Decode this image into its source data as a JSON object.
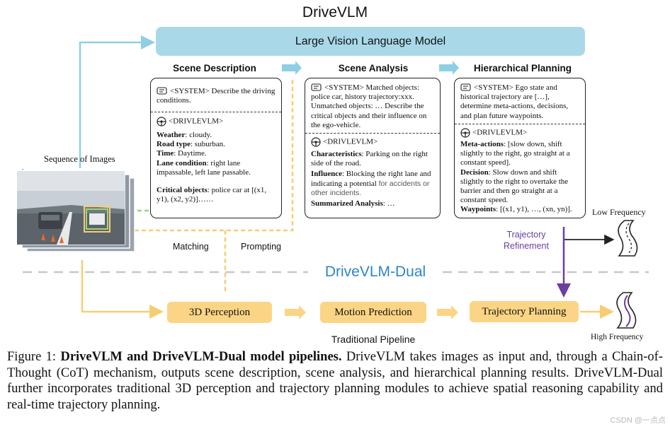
{
  "title": "DriveVLM",
  "lvlm_label": "Large Vision Language Model",
  "columns": {
    "scene_description": "Scene Description",
    "scene_analysis": "Scene Analysis",
    "hierarchical_planning": "Hierarchical Planning"
  },
  "panel1": {
    "system": "<SYSTEM> Describe the driving conditions.",
    "vlm_tag": "<DRIVLEVLM>",
    "weather_label": "Weather",
    "weather_value": ": cloudy.",
    "road_label": "Road type",
    "road_value": ": suburban.",
    "time_label": "Time",
    "time_value": ": Daytime.",
    "lane_label": "Lane condition",
    "lane_value": ": right lane impassable, left lane passable.",
    "critical_label": "Critical objects",
    "critical_value": ": police car at [(x1, y1), (x2, y2)]……"
  },
  "panel2": {
    "system": "<SYSTEM> Matched objects: police car, history trajectory:xxx. Unmatched objects: … Describe the critical objects and their influence on the ego-vehicle.",
    "vlm_tag": "<DRIVLEVLM>",
    "char_label": "Characteristics",
    "char_value": ": Parking on the right side of the road.",
    "infl_label": "Influence",
    "infl_value": ": Blocking the right lane and indicating a potential ",
    "infl_extra": "for accidents or other incidents.",
    "summ_label": "Summarized Analysis",
    "summ_value": ": …"
  },
  "panel3": {
    "system": "<SYSTEM> Ego state and historical trajectory are […], determine meta-actions, decisions, and plan future waypoints.",
    "vlm_tag": "<DRIVLEVLM>",
    "meta_label": "Meta-actions",
    "meta_value": ": [slow down, shift slightly to the right, go straight at a constant speed].",
    "dec_label": "Decision",
    "dec_value": ": Slow down and shift slightly to the right to overtake the barrier and then go straight at a constant speed.",
    "way_label": "Waypoints",
    "way_value": ": [(x1, y1), …, (xn, yn)]."
  },
  "labels": {
    "sequence": "Sequence of Images",
    "matching": "Matching",
    "prompting": "Prompting",
    "low_freq": "Low Frequency",
    "high_freq": "High Frequency",
    "traj_refine_1": "Trajectory",
    "traj_refine_2": "Refinement",
    "dual": "DriveVLM-Dual",
    "traditional": "Traditional Pipeline"
  },
  "stages": {
    "perception": "3D Perception",
    "motion": "Motion Prediction",
    "planning": "Trajectory Planning"
  },
  "caption": {
    "prefix": "Figure 1: ",
    "bold": "DriveVLM and DriveVLM-Dual model pipelines.",
    "rest": " DriveVLM takes images as input and, through a Chain-of-Thought (CoT) mechanism, outputs scene description, scene analysis, and hierarchical planning results. DriveVLM-Dual further incorporates traditional 3D perception and trajectory planning modules to achieve spatial reasoning capability and real-time trajectory planning."
  },
  "watermark": "CSDN @一点点",
  "colors": {
    "lvlm_blue": "#a9d9e9",
    "arrow_blue": "#8ecfe4",
    "stage_yellow": "#fbd585",
    "arrow_yellow": "#f7cd74",
    "dual_blue": "#2e86c9",
    "purple": "#6a3fa0",
    "green": "#9dd57a"
  }
}
